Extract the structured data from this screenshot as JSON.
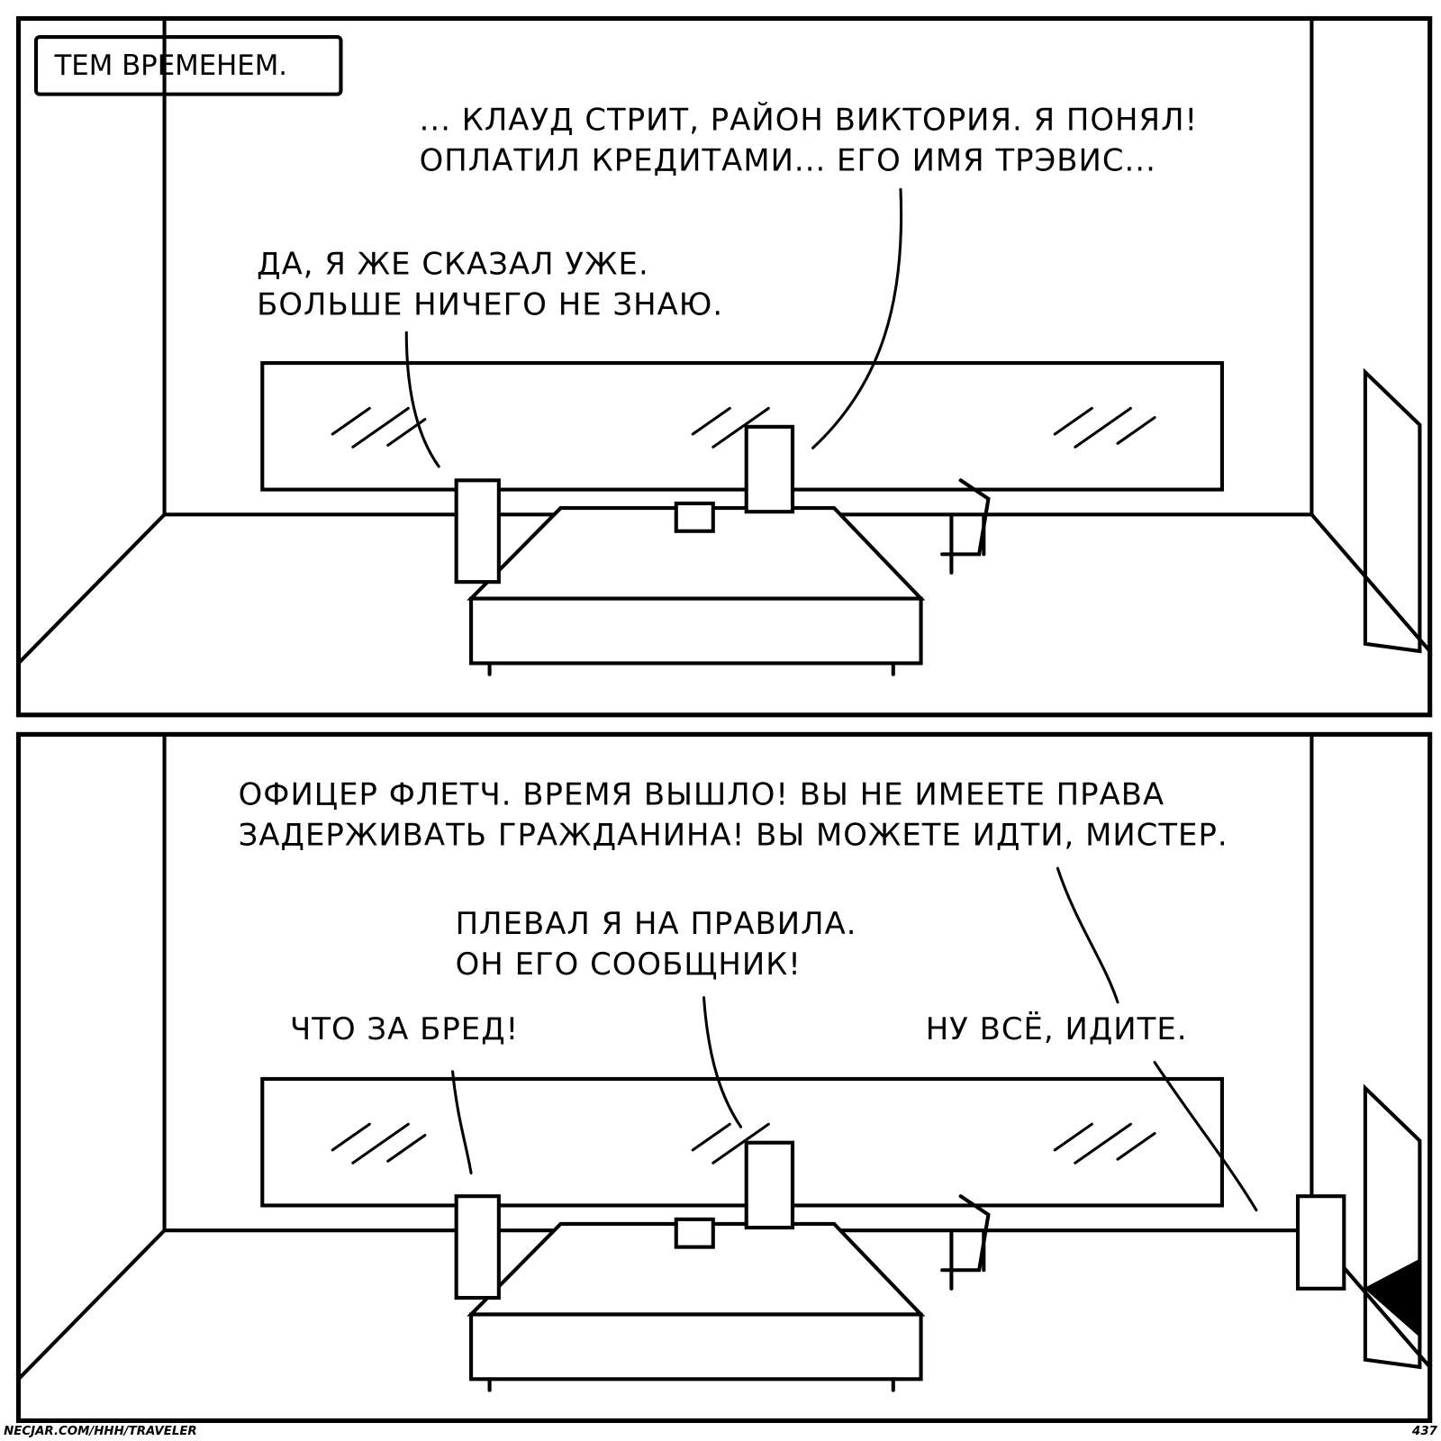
{
  "panel1": {
    "caption": "Тем временем.",
    "agent_speech": [
      "... Клауд стрит, район Виктория. Я понял!",
      "Оплатил кредитами... его имя Трэвис..."
    ],
    "suspect_speech": [
      "Да, я же сказал уже.",
      "Больше ничего не знаю."
    ]
  },
  "panel2": {
    "officer_speech": [
      "Офицер Флетч. Время вышло! Вы не имеете права",
      "задерживать гражданина! Вы можете идти, мистер."
    ],
    "agent_speech": [
      "Плевал я на правила.",
      "Он его сообщник!"
    ],
    "suspect_speech": "Что за бред!",
    "officer_speech_2": "Ну всё, идите."
  },
  "footer": {
    "url": "necjar.com/hhh/traveler",
    "page_number": "437"
  }
}
